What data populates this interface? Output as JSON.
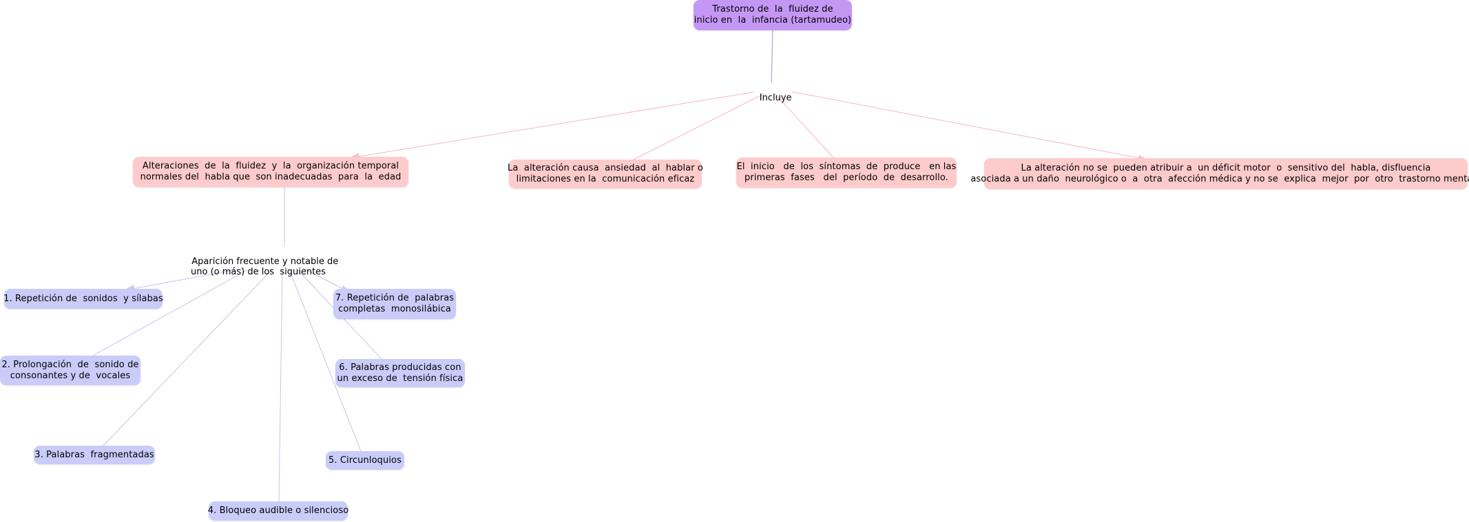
{
  "root": {
    "text": "Trastorno de  la  fluidez de\ninicio en  la  infancia (tartamudeo)",
    "color": "#c597f5"
  },
  "linking_phrases": {
    "includes": "Incluye",
    "appearance": "Aparición frecuente y notable de\nuno (o más) de los  siguientes"
  },
  "criteria": [
    {
      "id": "alteraciones",
      "text": "Alteraciones  de  la  fluidez  y  la  organización temporal\nnormales del  habla que  son inadecuadas  para  la  edad"
    },
    {
      "id": "ansiedad",
      "text": "La  alteración causa  ansiedad  al  hablar o\nlimitaciones en la  comunicación eficaz"
    },
    {
      "id": "inicio",
      "text": "El  inicio   de  los  síntomas  de  produce   en las\nprimeras  fases   del  período  de  desarrollo."
    },
    {
      "id": "no-atribuible",
      "text": "La alteración no se  pueden atribuir a  un déficit motor  o  sensitivo del  habla, disfluencia\nasociada a un daño  neurológico o  a  otra  afección médica y no se  explica  mejor  por  otro  trastorno mental.."
    }
  ],
  "symptoms": [
    {
      "id": "repeticion-sonidos",
      "text": "1. Repetición de  sonidos  y sílabas"
    },
    {
      "id": "prolongacion",
      "text": "2. Prolongación  de  sonido de\nconsonantes y de  vocales"
    },
    {
      "id": "fragmentadas",
      "text": "3. Palabras  fragmentadas"
    },
    {
      "id": "bloqueo",
      "text": "4. Bloqueo audible o silencioso"
    },
    {
      "id": "circunloquios",
      "text": "5. Circunloquios"
    },
    {
      "id": "tension",
      "text": "6. Palabras producidas con\nun exceso de  tensión física"
    },
    {
      "id": "monosilabica",
      "text": "7. Repetición de  palabras\ncompletas  monosilábica"
    }
  ],
  "colors": {
    "root": "#c597f5",
    "criteria": "#fdcbcb",
    "symptoms": "#c9ccf9",
    "criteria_link": "#f2b8c6",
    "symptom_link": "#c2c4ee",
    "root_link": "#b99be0"
  }
}
